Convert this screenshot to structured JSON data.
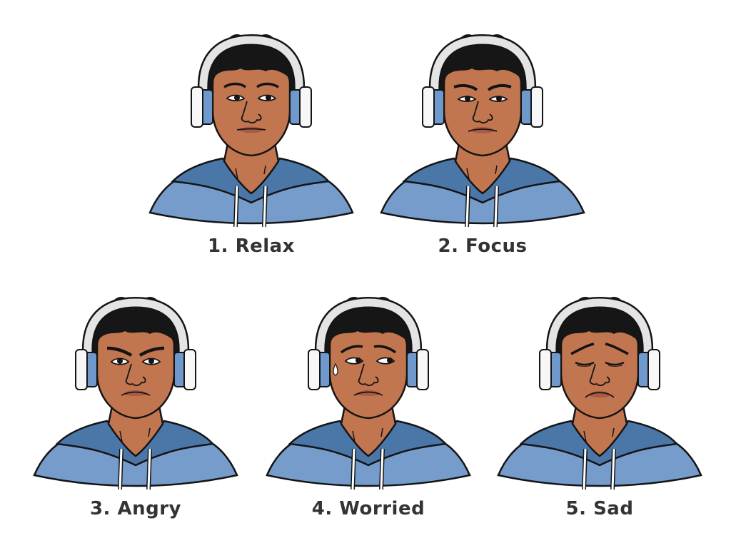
{
  "colors": {
    "background": "#ffffff",
    "skin": "#c17650",
    "hair": "#161616",
    "headband": "#e4e4e4",
    "earcup_outer": "#f7f7f7",
    "earcup_inner": "#6f98cc",
    "hoodie_light": "#759ccb",
    "hoodie_dark": "#4a77a8",
    "lips": "#a85a44",
    "outline": "#141414",
    "caption_text": "#333333"
  },
  "figures": [
    {
      "label": "1. Relax",
      "expression": "relax"
    },
    {
      "label": "2. Focus",
      "expression": "focus"
    },
    {
      "label": "3. Angry",
      "expression": "angry"
    },
    {
      "label": "4. Worried",
      "expression": "worried"
    },
    {
      "label": "5. Sad",
      "expression": "sad"
    }
  ]
}
